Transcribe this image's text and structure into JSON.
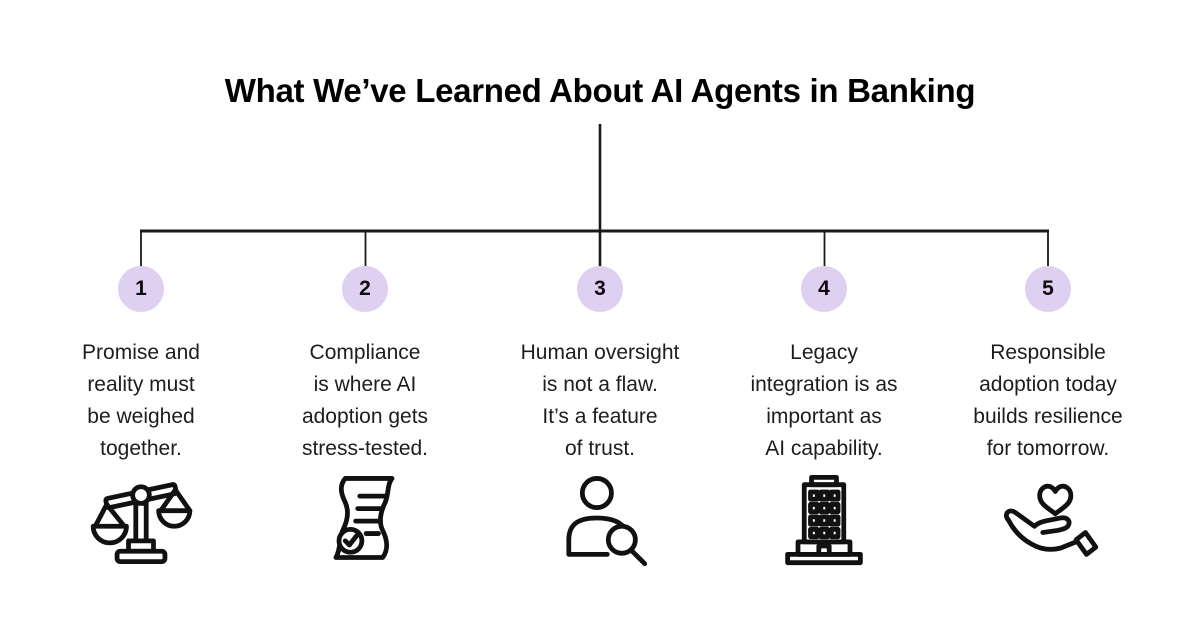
{
  "title": "What We’ve Learned About AI Agents in Banking",
  "colors": {
    "badge_bg": "#ded0f1",
    "line": "#1a1a1a",
    "text": "#1d1d1d",
    "title": "#000000",
    "icon": "#111111",
    "background": "#ffffff"
  },
  "items": [
    {
      "number": "1",
      "text": "Promise and\nreality must\nbe weighed\ntogether.",
      "icon": "balance-scale-icon"
    },
    {
      "number": "2",
      "text": "Compliance\nis where AI\nadoption gets\nstress-tested.",
      "icon": "compliance-document-icon"
    },
    {
      "number": "3",
      "text": "Human oversight\nis not a flaw.\nIt’s a feature\nof trust.",
      "icon": "person-magnifier-icon"
    },
    {
      "number": "4",
      "text": "Legacy\nintegration is as\nimportant as\nAI capability.",
      "icon": "bank-building-icon"
    },
    {
      "number": "5",
      "text": "Responsible\nadoption today\nbuilds resilience\nfor tomorrow.",
      "icon": "hand-heart-icon"
    }
  ]
}
